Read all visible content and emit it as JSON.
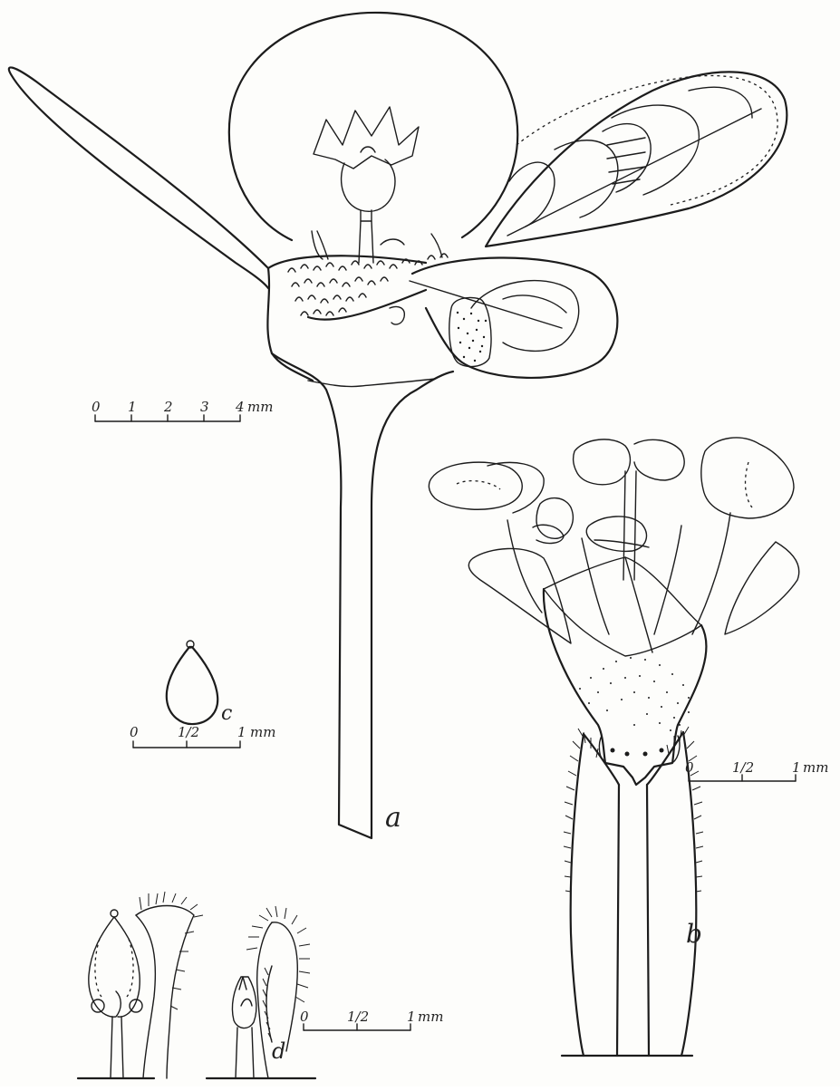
{
  "figure": {
    "labels": {
      "a": "a",
      "b": "b",
      "c": "c",
      "d": "d"
    },
    "scale_a": {
      "ticks": [
        "0",
        "1",
        "2",
        "3",
        "4"
      ],
      "unit": "mm"
    },
    "scale_b": {
      "ticks": [
        "0",
        "1/2",
        "1"
      ],
      "unit": "mm"
    },
    "scale_c": {
      "ticks": [
        "0",
        "1/2",
        "1"
      ],
      "unit": "mm"
    },
    "scale_d": {
      "ticks": [
        "0",
        "1/2",
        "1"
      ],
      "unit": "mm"
    }
  }
}
